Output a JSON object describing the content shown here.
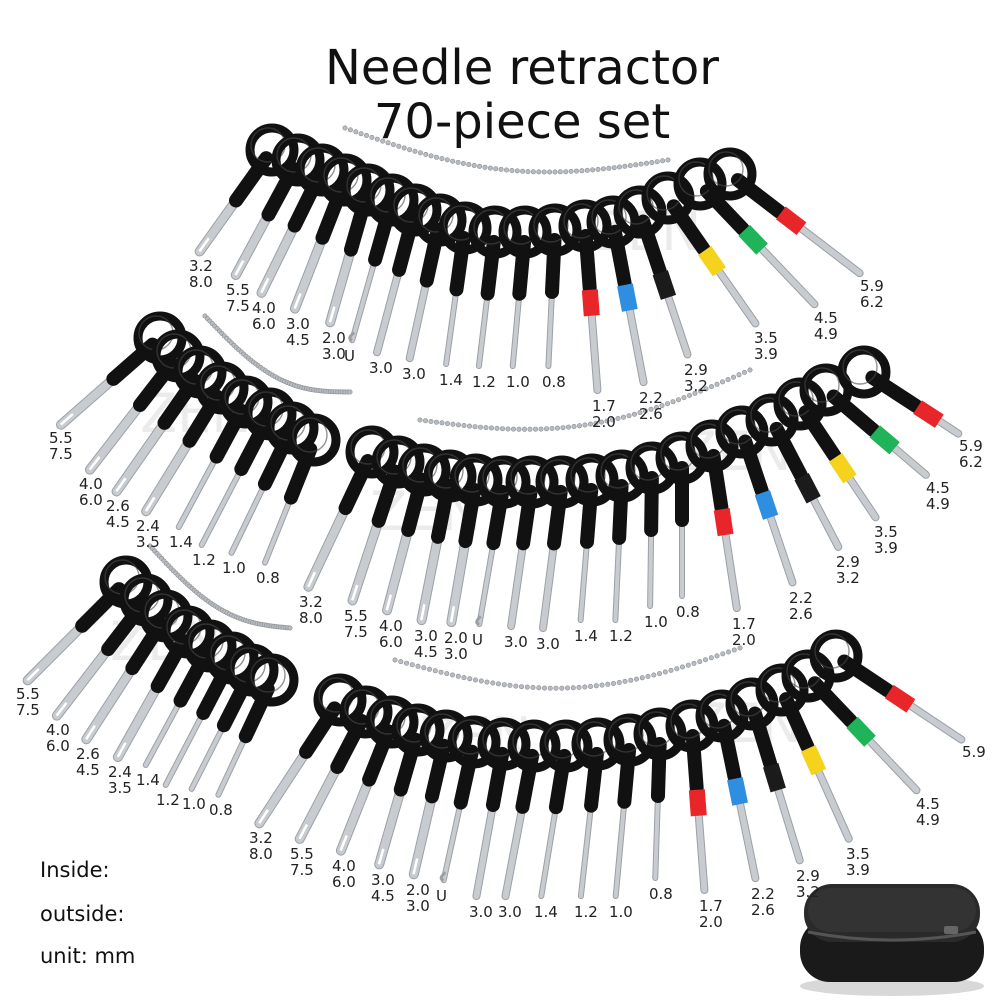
{
  "title_line1": "Needle retractor",
  "title_line2": "70-piece set",
  "watermark": "ZEN",
  "legend": {
    "inside": "Inside:",
    "outside": "outside:",
    "unit": "unit:  mm"
  },
  "colors": {
    "ring": "#111111",
    "red": "#e8262a",
    "blue": "#2e8ee0",
    "green": "#1fb35a",
    "yellow": "#f5d21c",
    "steel": "#c8ccd0"
  },
  "icons": [
    "bead-chain",
    "zipper-case"
  ],
  "groups": [
    {
      "labels": [
        "3.2\n8.0",
        "5.5\n7.5",
        "4.0\n6.0",
        "3.0\n4.5",
        "2.0\n3.0",
        "U",
        "3.0",
        "3.0",
        "1.4",
        "1.2",
        "1.0",
        "0.8",
        "1.7\n2.0",
        "2.2\n2.6",
        "2.9\n3.2",
        "3.5\n3.9",
        "4.5\n4.9",
        "5.9\n6.2"
      ]
    },
    {
      "labels": [
        "5.5\n7.5",
        "4.0\n6.0",
        "2.6\n4.5",
        "2.4\n3.5",
        "1.4",
        "1.2",
        "1.0",
        "0.8"
      ]
    },
    {
      "labels": [
        "3.2\n8.0",
        "5.5\n7.5",
        "4.0\n6.0",
        "3.0\n4.5",
        "2.0\n3.0",
        "U",
        "3.0",
        "3.0",
        "1.4",
        "1.2",
        "1.0",
        "0.8",
        "1.7\n2.0",
        "2.2\n2.6",
        "2.9\n3.2",
        "3.5\n3.9",
        "4.5\n4.9",
        "5.9\n6.2"
      ]
    },
    {
      "labels": [
        "5.5\n7.5",
        "4.0\n6.0",
        "2.6\n4.5",
        "2.4\n3.5",
        "1.4",
        "1.2",
        "1.0",
        "0.8"
      ]
    },
    {
      "labels": [
        "3.2\n8.0",
        "5.5\n7.5",
        "4.0\n6.0",
        "3.0\n4.5",
        "2.0\n3.0",
        "U",
        "3.0",
        "3.0",
        "1.4",
        "1.2",
        "1.0",
        "0.8",
        "1.7\n2.0",
        "2.2\n2.6",
        "2.9\n3.2",
        "3.5\n3.9",
        "4.5\n4.9",
        "5.9"
      ]
    }
  ]
}
